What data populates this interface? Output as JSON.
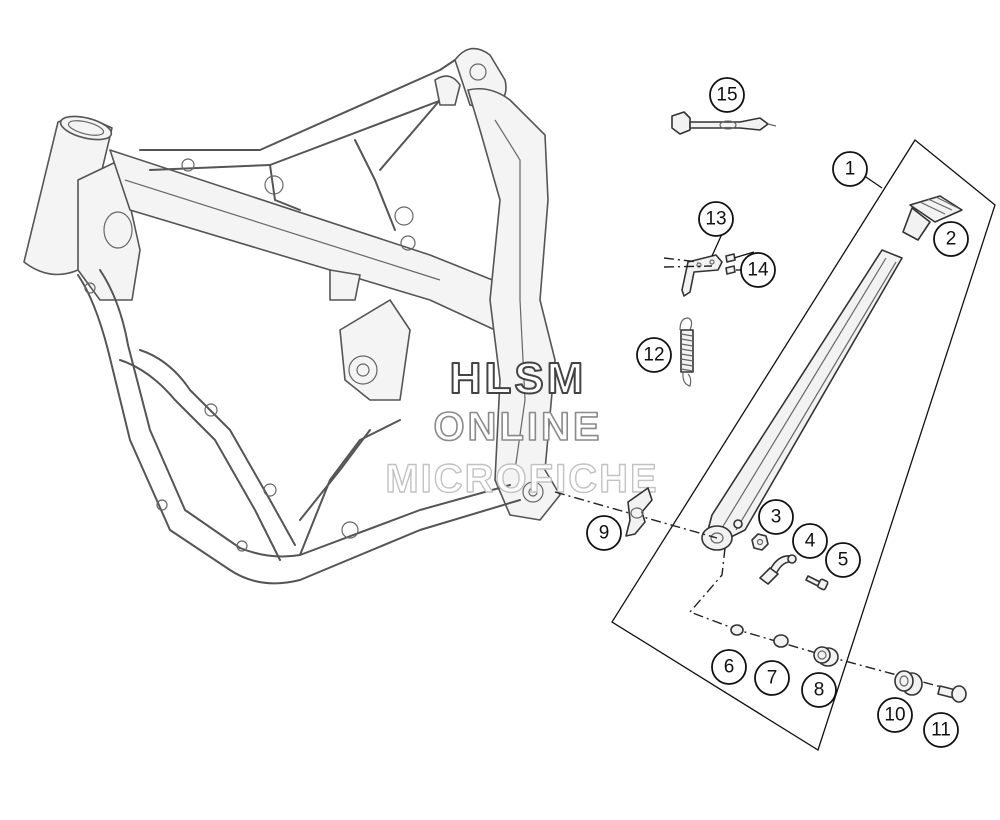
{
  "callouts": [
    {
      "label": "1"
    },
    {
      "label": "2"
    },
    {
      "label": "3"
    },
    {
      "label": "4"
    },
    {
      "label": "5"
    },
    {
      "label": "6"
    },
    {
      "label": "7"
    },
    {
      "label": "8"
    },
    {
      "label": "9"
    },
    {
      "label": "10"
    },
    {
      "label": "11"
    },
    {
      "label": "12"
    },
    {
      "label": "13"
    },
    {
      "label": "14"
    },
    {
      "label": "15"
    }
  ],
  "watermark": {
    "line1": "HLSM",
    "line2": "ONLINE",
    "line3": "MICROFICHE"
  }
}
